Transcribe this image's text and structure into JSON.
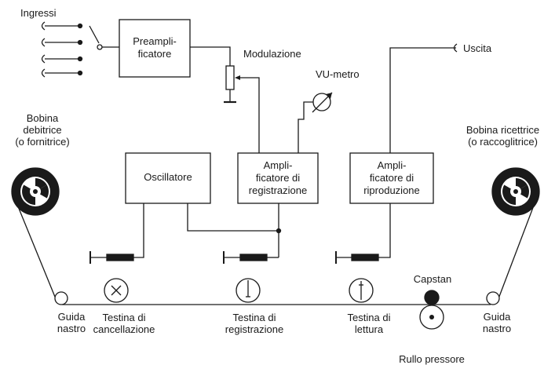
{
  "labels": {
    "inputs": "Ingressi",
    "output": "Uscita",
    "modulation": "Modulazione",
    "vu_meter": "VU-metro",
    "supply_reel": "Bobina\ndebitrice\n(o fornitrice)",
    "takeup_reel": "Bobina ricettrice\n(o raccoglitrice)",
    "capstan": "Capstan",
    "pinch_roller": "Rullo pressore",
    "tape_guide_left": "Guida\nnastro",
    "tape_guide_right": "Guida\nnastro",
    "erase_head": "Testina di\ncancellazione",
    "record_head": "Testina di\nregistrazione",
    "play_head": "Testina di\nlettura"
  },
  "blocks": {
    "preamp": "Preampli-\nficatore",
    "oscillator": "Oscillatore",
    "record_amp": "Ampli-\nficatore di\nregistrazione",
    "playback_amp": "Ampli-\nficatore di\nriproduzione"
  }
}
